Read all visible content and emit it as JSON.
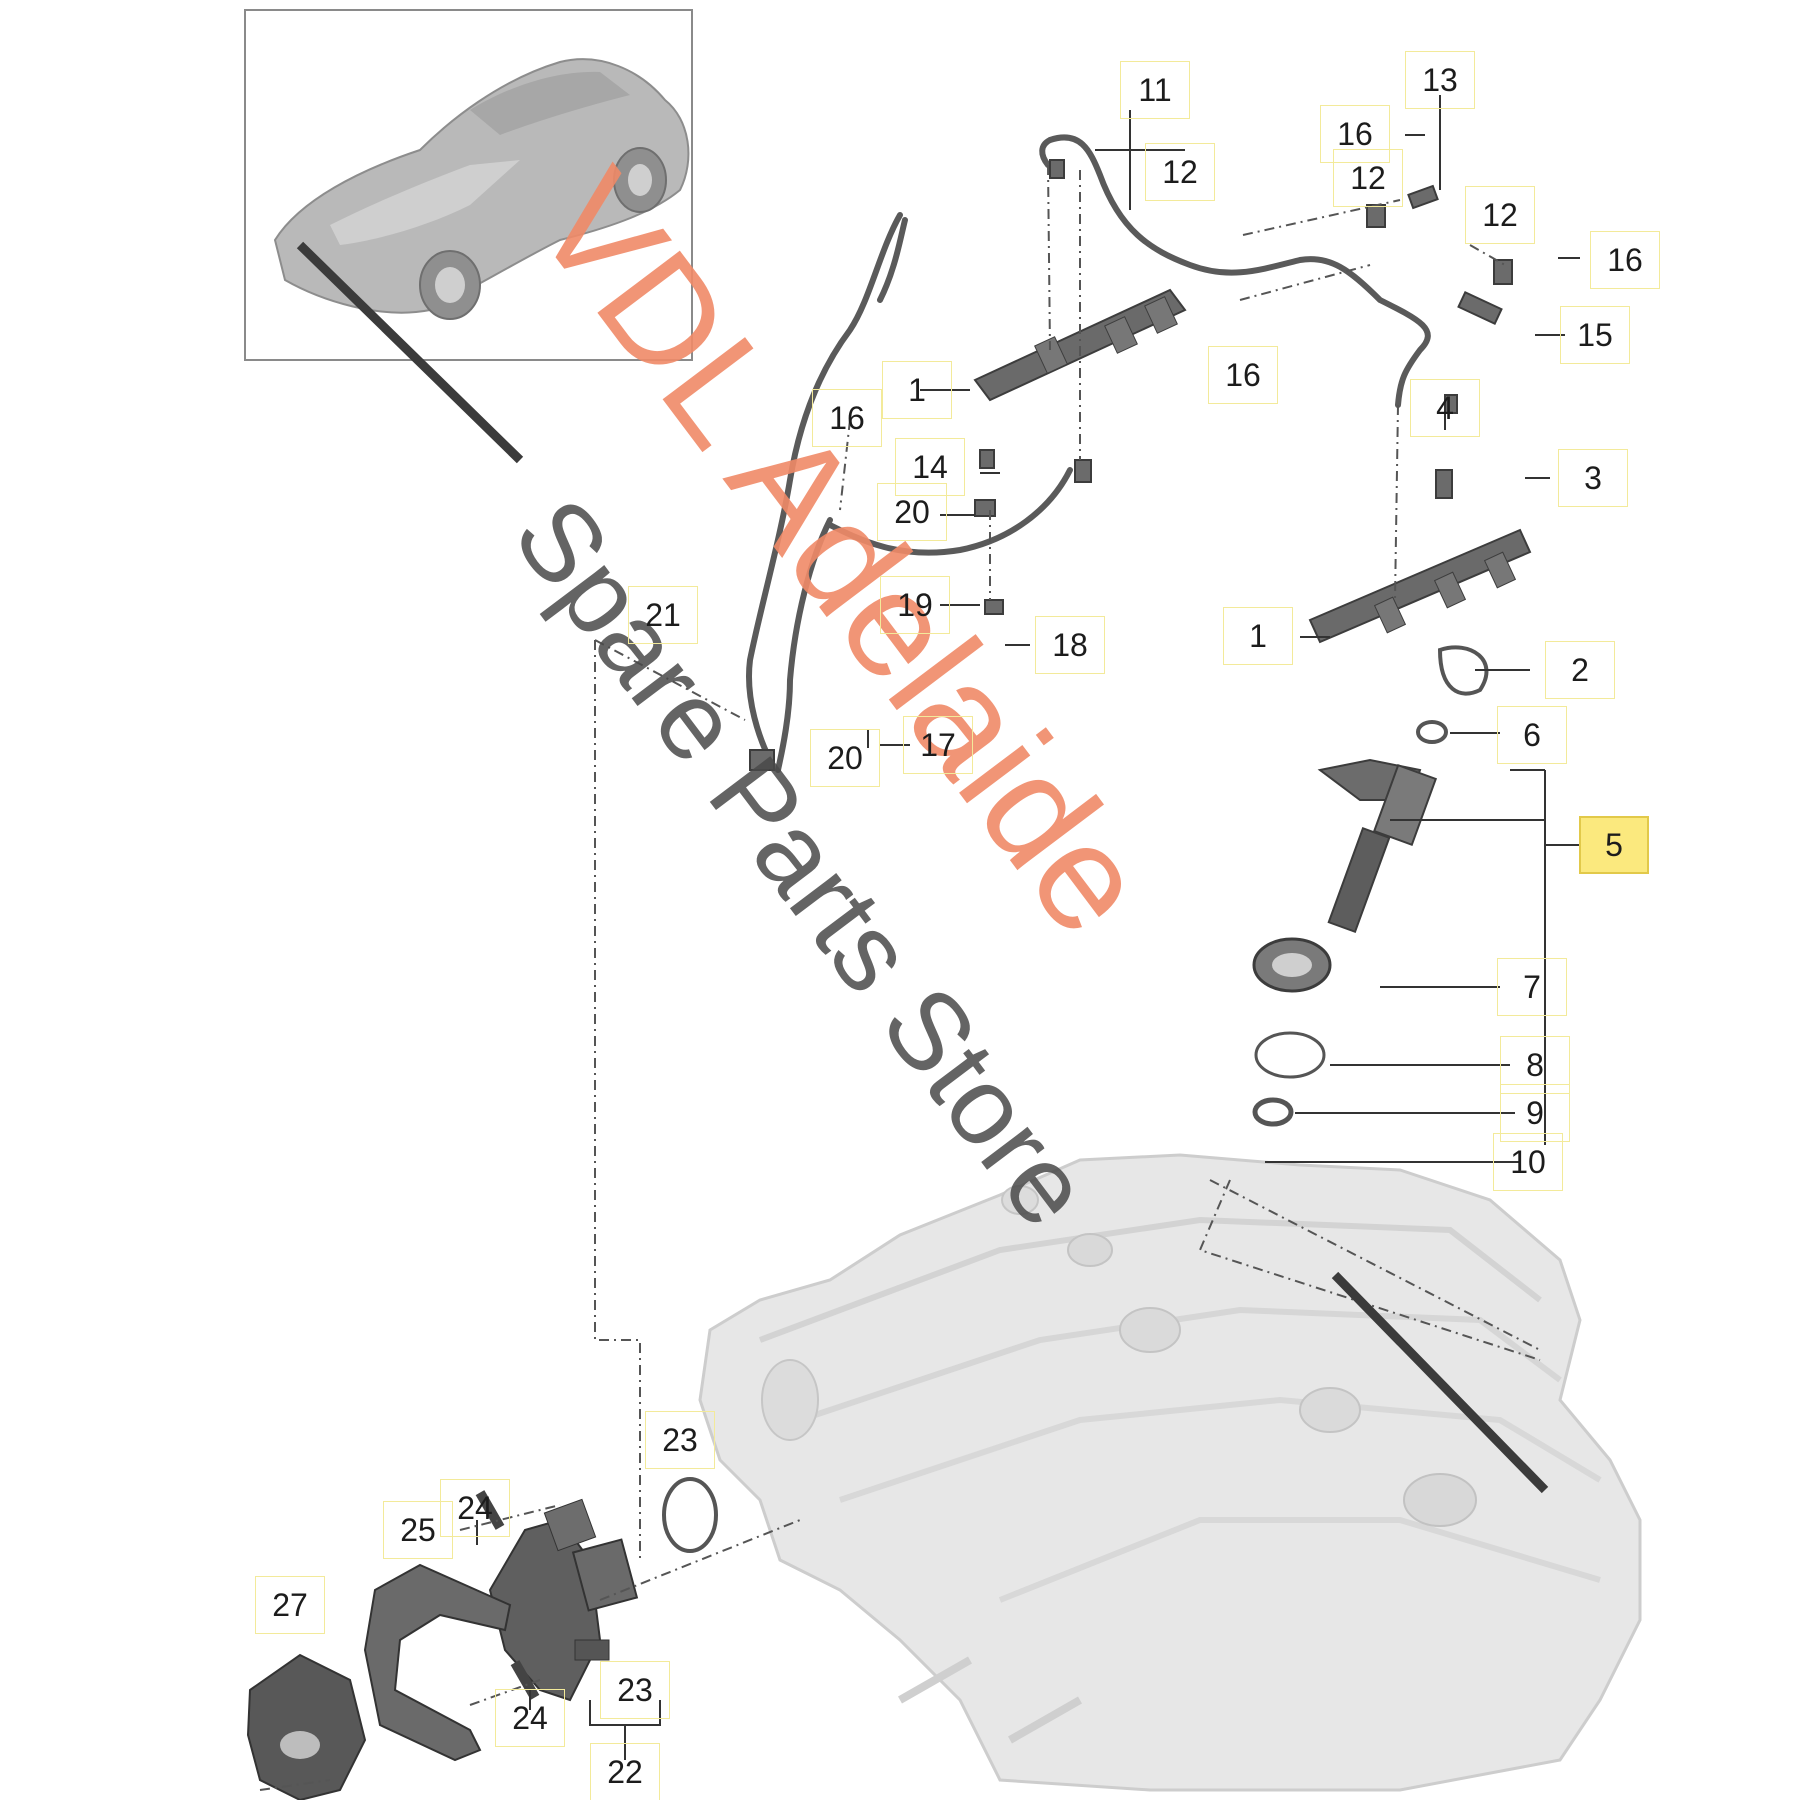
{
  "watermark": {
    "line1": "VDL Adelaide",
    "line2": "Spare Parts Store",
    "color1": "#f08a68",
    "color2": "#4a4a4a"
  },
  "vehicle_thumbnail": {
    "icon": "car-icon"
  },
  "highlight_color": "#fbe97e",
  "callouts": [
    "11",
    "12",
    "13",
    "16",
    "12",
    "12",
    "16",
    "15",
    "16",
    "1",
    "16",
    "14",
    "20",
    "4",
    "3",
    "19",
    "18",
    "21",
    "1",
    "2",
    "6",
    "17",
    "20",
    "5",
    "7",
    "8",
    "9",
    "10",
    "23",
    "24",
    "25",
    "27",
    "24",
    "23",
    "22"
  ]
}
